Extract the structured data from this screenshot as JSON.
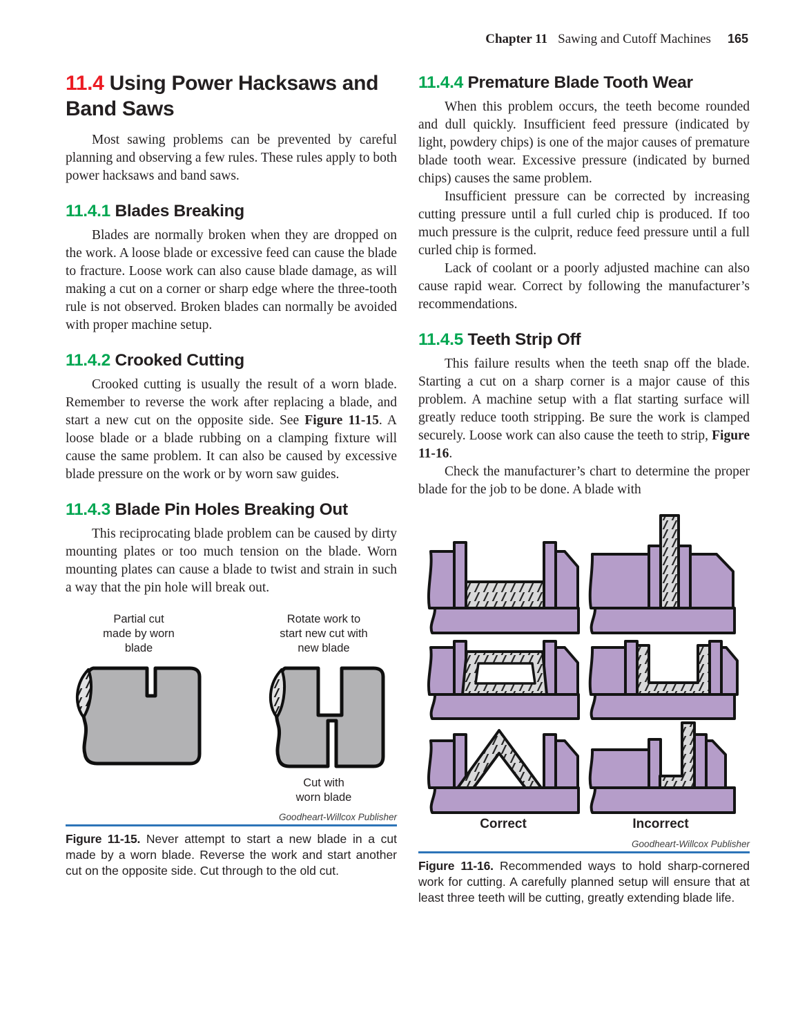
{
  "header": {
    "chapter": "Chapter 11",
    "book_section_title": "Sawing and Cutoff Machines",
    "page_number": "165"
  },
  "colors": {
    "section_number_red": "#ec1c24",
    "subsection_number_green": "#00a651",
    "caption_rule_blue": "#2c74b8",
    "vise_purple": "#b59dc9",
    "stock_gray": "#b2b2b4",
    "hatch_gray": "#dbdbdc"
  },
  "sections": {
    "s11_4": {
      "number": "11.4",
      "title": " Using Power Hacksaws and Band Saws",
      "p1": "Most sawing problems can be prevented by careful planning and observing a few rules. These rules apply to both power hacksaws and band saws."
    },
    "s11_4_1": {
      "number": "11.4.1",
      "title": " Blades Breaking",
      "p1": "Blades are normally broken when they are dropped on the work. A loose blade or excessive feed can cause the blade to fracture. Loose work can also cause blade damage, as will making a cut on a corner or sharp edge where the three-tooth rule is not observed. Broken blades can normally be avoided with proper machine setup."
    },
    "s11_4_2": {
      "number": "11.4.2",
      "title": " Crooked Cutting",
      "p1_pre": "Crooked cutting is usually the result of a worn blade. Remember to reverse the work after replacing a blade, and start a new cut on the opposite side. See ",
      "p1_bold": "Figure 11-15",
      "p1_post": ". A loose blade or a blade rubbing on a clamping fixture will cause the same problem. It can also be caused by excessive blade pressure on the work or by worn saw guides."
    },
    "s11_4_3": {
      "number": "11.4.3",
      "title": " Blade Pin Holes Breaking Out",
      "p1": "This reciprocating blade problem can be caused by dirty mounting plates or too much tension on the blade. Worn mounting plates can cause a blade to twist and strain in such a way that the pin hole will break out."
    },
    "s11_4_4": {
      "number": "11.4.4",
      "title": " Premature Blade Tooth Wear",
      "p1": "When this problem occurs, the teeth become rounded and dull quickly. Insufficient feed pressure (indicated by light, powdery chips) is one of the major causes of premature blade tooth wear. Excessive pressure (indicated by burned chips) causes the same problem.",
      "p2": "Insufficient pressure can be corrected by increasing cutting pressure until a full curled chip is produced. If too much pressure is the culprit, reduce feed pressure until a full curled chip is formed.",
      "p3": "Lack of coolant or a poorly adjusted machine can also cause rapid wear. Correct by following the manufacturer’s recommendations."
    },
    "s11_4_5": {
      "number": "11.4.5",
      "title": " Teeth Strip Off",
      "p1_pre": "This failure results when the teeth snap off the blade. Starting a cut on a sharp corner is a major cause of this problem. A machine setup with a flat starting surface will greatly reduce tooth stripping. Be sure the work is clamped securely. Loose work can also cause the teeth to strip, ",
      "p1_bold": "Figure 11-16",
      "p1_post": ".",
      "p2": "Check the manufacturer’s chart to determine the proper blade for the job to be done. A blade with"
    }
  },
  "figure_11_15": {
    "label_left": [
      "Partial cut",
      "made by worn",
      "blade"
    ],
    "label_right": [
      "Rotate work to",
      "start new cut with",
      "new blade"
    ],
    "label_below": [
      "Cut with",
      "worn blade"
    ],
    "credit": "Goodheart-Willcox Publisher",
    "caption_label": "Figure 11-15.",
    "caption_text": " Never attempt to start a new blade in a cut made by a worn blade. Reverse the work and start another cut on the opposite side. Cut through to the old cut."
  },
  "figure_11_16": {
    "label_correct": "Correct",
    "label_incorrect": "Incorrect",
    "credit": "Goodheart-Willcox Publisher",
    "caption_label": "Figure 11-16.",
    "caption_text": " Recommended ways to hold sharp-cornered work for cutting. A carefully planned setup will ensure that at least three teeth will be cutting, greatly extending blade life."
  }
}
